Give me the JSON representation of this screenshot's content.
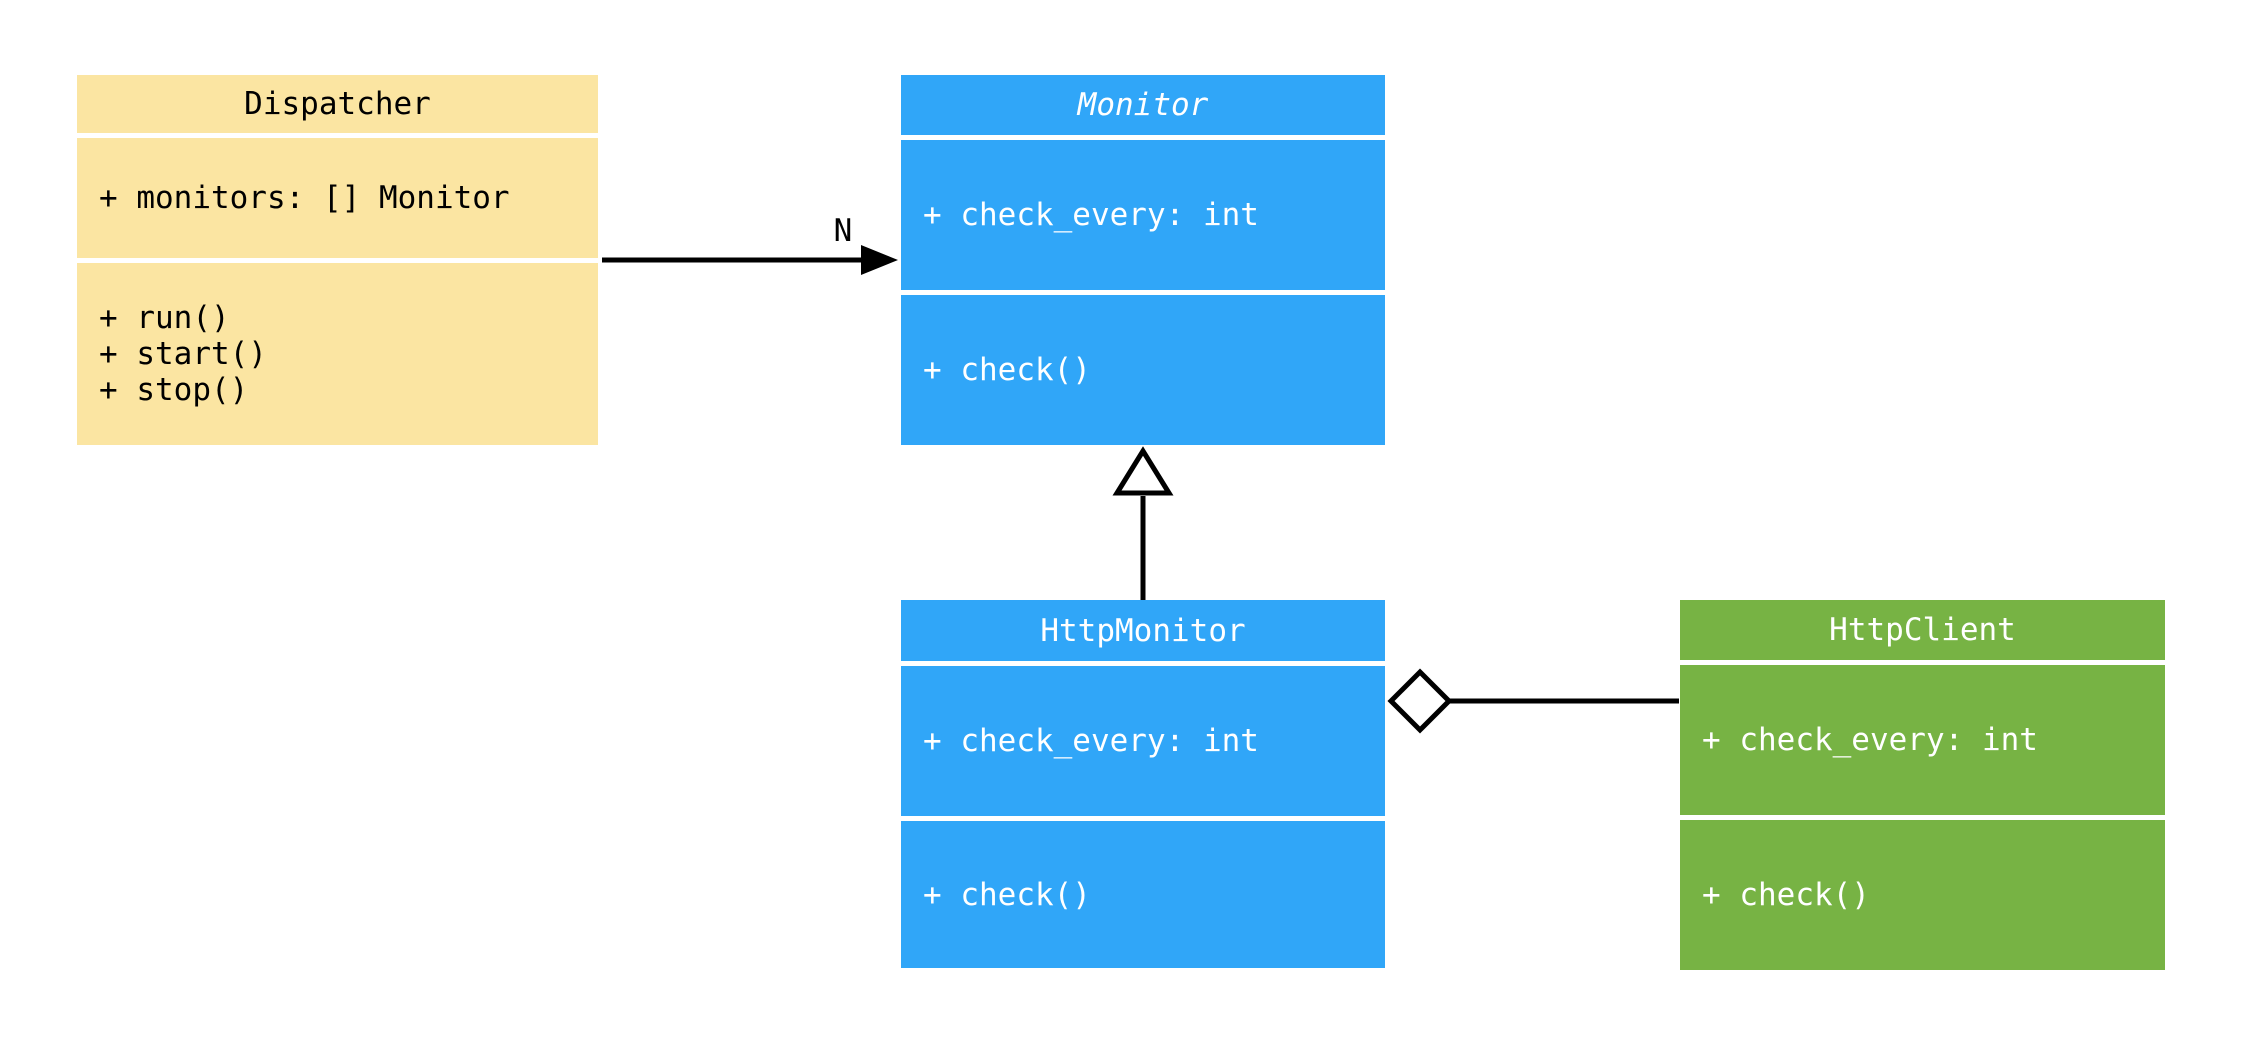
{
  "diagram": {
    "type": "uml-class-diagram",
    "background": "#ffffff",
    "connector_color": "#000000",
    "classes": [
      {
        "name": "Dispatcher",
        "stereotype": "class",
        "fill": "#fbe5a2",
        "text_color": "#000000",
        "attributes": [
          "+ monitors: [] Monitor"
        ],
        "methods": [
          "+ run()",
          "+ start()",
          "+ stop()"
        ]
      },
      {
        "name": "Monitor",
        "stereotype": "abstract-class",
        "fill": "#30a6f8",
        "text_color": "#ffffff",
        "attributes": [
          "+ check_every: int"
        ],
        "methods": [
          "+ check()"
        ]
      },
      {
        "name": "HttpMonitor",
        "stereotype": "class",
        "fill": "#30a6f8",
        "text_color": "#ffffff",
        "attributes": [
          "+ check_every: int"
        ],
        "methods": [
          "+ check()"
        ]
      },
      {
        "name": "HttpClient",
        "stereotype": "class",
        "fill": "#77b344",
        "text_color": "#ffffff",
        "attributes": [
          "+ check_every: int"
        ],
        "methods": [
          "+ check()"
        ]
      }
    ],
    "relations": [
      {
        "type": "directed-association",
        "from": "Dispatcher",
        "to": "Monitor",
        "label": "N"
      },
      {
        "type": "inheritance",
        "from": "HttpMonitor",
        "to": "Monitor",
        "label": ""
      },
      {
        "type": "aggregation",
        "from": "HttpMonitor",
        "to": "HttpClient",
        "label": ""
      }
    ]
  }
}
